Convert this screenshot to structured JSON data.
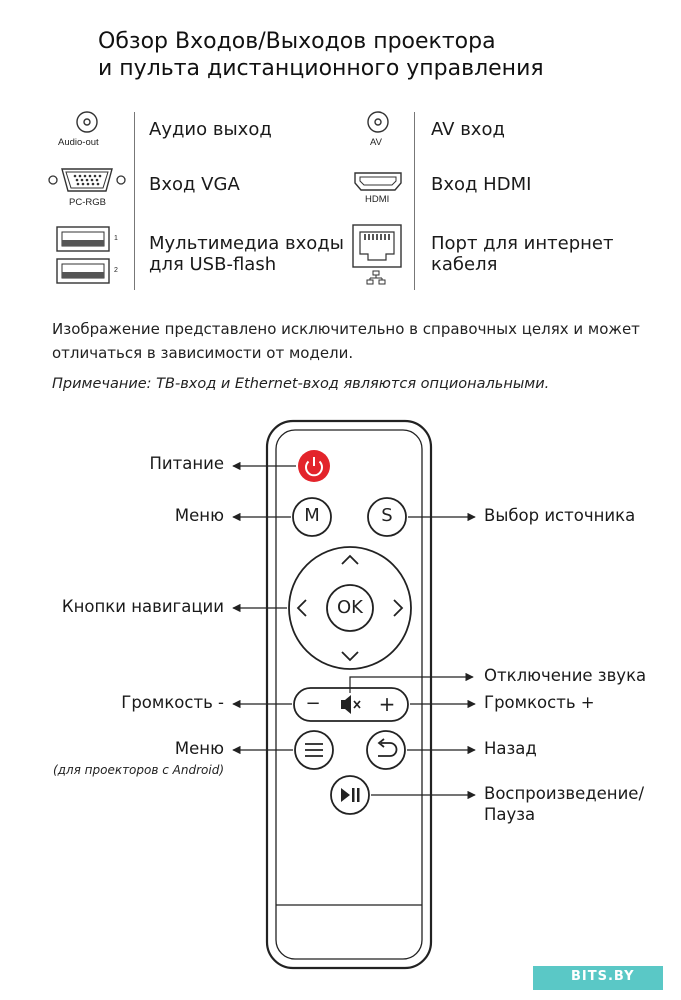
{
  "title": {
    "line1": "Обзор Входов/Выходов проектора",
    "line2": "и пульта дистанционного управления"
  },
  "ports": {
    "audio_out": {
      "icon_label": "Audio-out",
      "label": "Аудио выход"
    },
    "av": {
      "icon_label": "AV",
      "label": "AV вход"
    },
    "vga": {
      "icon_label": "PC-RGB",
      "label": "Вход VGA"
    },
    "hdmi": {
      "icon_label": "HDMI",
      "label": "Вход HDMI"
    },
    "usb": {
      "num1": "1",
      "num2": "2",
      "label_line1": "Мультимедиа входы",
      "label_line2": "для USB-flash"
    },
    "ethernet": {
      "label_line1": "Порт для интернет",
      "label_line2": "кабеля"
    }
  },
  "notes": {
    "line1": "Изображение представлено исключительно в справочных целях и может",
    "line2": "отличаться в зависимости от модели.",
    "remark": "Примечание: ТВ-вход и Ethernet-вход являются опциональными."
  },
  "remote": {
    "labels": {
      "power": "Питание",
      "menu": "Меню",
      "source": "Выбор источника",
      "navigation": "Кнопки навигации",
      "mute": "Отключение звука",
      "volume_down": "Громкость -",
      "volume_up": "Громкость +",
      "android_menu": "Меню",
      "android_menu_note": "(для проекторов с Android)",
      "back": "Назад",
      "play_pause_line1": "Воспроизведение/",
      "play_pause_line2": "Пауза"
    },
    "buttons": {
      "menu": "M",
      "source": "S",
      "ok": "OK",
      "minus": "−",
      "plus": "+"
    },
    "colors": {
      "power": "#e3242b"
    }
  },
  "watermark": {
    "text": "BITS.BY",
    "color": "#5ac8c6"
  }
}
